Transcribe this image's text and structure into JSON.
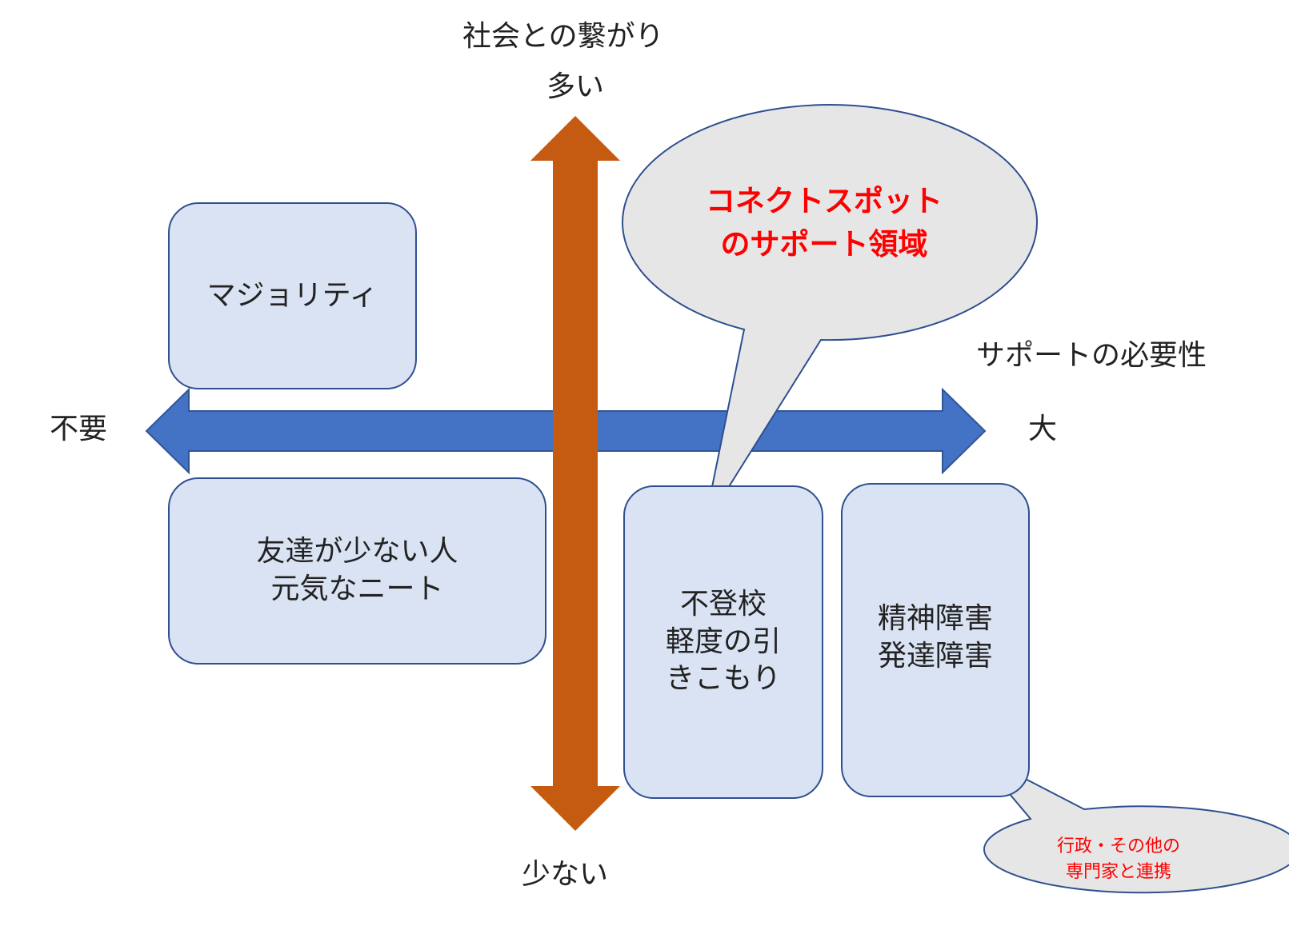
{
  "axes": {
    "vertical_title": "社会との繋がり",
    "vertical_top": "多い",
    "vertical_bottom": "少ない",
    "horizontal_title": "サポートの必要性",
    "horizontal_left": "不要",
    "horizontal_right": "大"
  },
  "boxes": {
    "majority": "マジョリティ",
    "few_friends": "友達が少ない人\n元気なニート",
    "truancy": "不登校\n軽度の引\nきこもり",
    "disability": "精神障害\n発達障害"
  },
  "callouts": {
    "main": "コネクトスポット\nのサポート領域",
    "secondary": "行政・その他の\n専門家と連携"
  },
  "colors": {
    "vertical_arrow": "#c55a11",
    "horizontal_arrow": "#4472c4",
    "box_fill": "#dae3f3",
    "box_border": "#2f4f8f",
    "bubble_fill": "#e7e6e6",
    "highlight_text": "#ff0000"
  }
}
